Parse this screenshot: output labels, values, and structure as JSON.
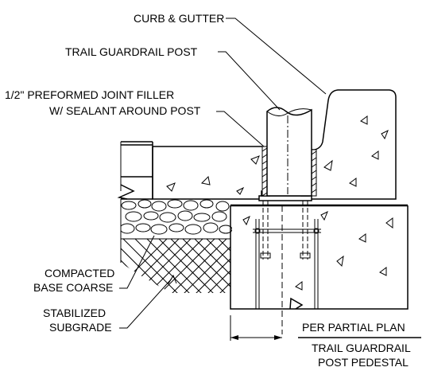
{
  "labels": {
    "curb_gutter": "CURB & GUTTER",
    "trail_post": "TRAIL GUARDRAIL POST",
    "joint_filler_1": "1/2\" PREFORMED JOINT FILLER",
    "joint_filler_2": "W/ SEALANT AROUND POST",
    "compacted_1": "COMPACTED",
    "compacted_2": "BASE COARSE",
    "stabilized_1": "STABILIZED",
    "stabilized_2": "SUBGRADE",
    "per_partial_plan": "PER PARTIAL PLAN",
    "pedestal_1": "TRAIL GUARDRAIL",
    "pedestal_2": "POST PEDESTAL"
  }
}
